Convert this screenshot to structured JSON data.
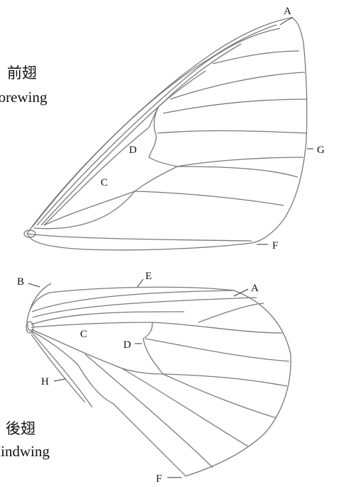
{
  "forewing": {
    "label_zh": "前翅",
    "label_en": "Forewing",
    "markers": {
      "A": "A",
      "C": "C",
      "D": "D",
      "F": "F",
      "G": "G"
    }
  },
  "hindwing": {
    "label_zh": "後翅",
    "label_en": "Hindwing",
    "markers": {
      "A": "A",
      "B": "B",
      "C": "C",
      "D": "D",
      "E": "E",
      "F": "F",
      "H": "H"
    }
  },
  "colors": {
    "line": "#7a7a7a",
    "text": "#111111",
    "background": "#ffffff"
  }
}
